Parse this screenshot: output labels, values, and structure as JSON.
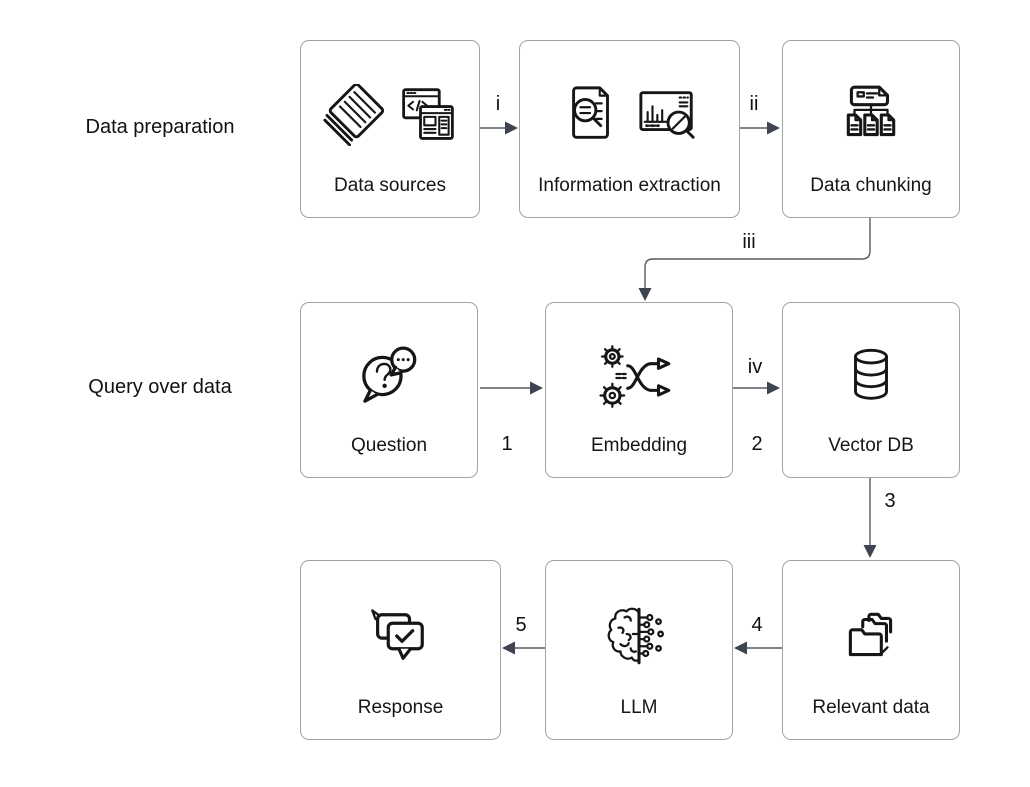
{
  "diagram": {
    "row_labels": [
      {
        "id": "data-preparation",
        "text": "Data preparation"
      },
      {
        "id": "query-over-data",
        "text": "Query over data"
      }
    ],
    "nodes": [
      {
        "id": "data-sources",
        "label": "Data sources",
        "icons": [
          "paper-stack-icon",
          "web-pages-icon"
        ]
      },
      {
        "id": "information-extraction",
        "label": "Information extraction",
        "icons": [
          "document-search-icon",
          "analytics-search-icon"
        ]
      },
      {
        "id": "data-chunking",
        "label": "Data chunking",
        "icons": [
          "document-split-icon"
        ]
      },
      {
        "id": "question",
        "label": "Question",
        "icons": [
          "question-bubbles-icon"
        ]
      },
      {
        "id": "embedding",
        "label": "Embedding",
        "icons": [
          "gears-shuffle-icon"
        ]
      },
      {
        "id": "vector-db",
        "label": "Vector DB",
        "icons": [
          "database-icon"
        ]
      },
      {
        "id": "response",
        "label": "Response",
        "icons": [
          "chat-check-icon"
        ]
      },
      {
        "id": "llm",
        "label": "LLM",
        "icons": [
          "brain-circuit-icon"
        ]
      },
      {
        "id": "relevant-data",
        "label": "Relevant data",
        "icons": [
          "stacked-folders-icon"
        ]
      }
    ],
    "edge_labels": {
      "i": "i",
      "ii": "ii",
      "iii": "iii",
      "iv": "iv",
      "n1": "1",
      "n2": "2",
      "n3": "3",
      "n4": "4",
      "n5": "5"
    },
    "edges": [
      {
        "from": "data-sources",
        "to": "information-extraction",
        "labels": [
          "i"
        ]
      },
      {
        "from": "information-extraction",
        "to": "data-chunking",
        "labels": [
          "ii"
        ]
      },
      {
        "from": "data-chunking",
        "to": "embedding",
        "labels": [
          "iii"
        ]
      },
      {
        "from": "question",
        "to": "embedding",
        "labels": [
          "1"
        ]
      },
      {
        "from": "embedding",
        "to": "vector-db",
        "labels": [
          "iv",
          "2"
        ]
      },
      {
        "from": "vector-db",
        "to": "relevant-data",
        "labels": [
          "3"
        ]
      },
      {
        "from": "relevant-data",
        "to": "llm",
        "labels": [
          "4"
        ]
      },
      {
        "from": "llm",
        "to": "response",
        "labels": [
          "5"
        ]
      }
    ],
    "colors": {
      "background": "#ffffff",
      "node_border": "#a3a3a3",
      "arrow_line": "#565c64",
      "arrow_head": "#3e4450",
      "text": "#161616"
    }
  }
}
